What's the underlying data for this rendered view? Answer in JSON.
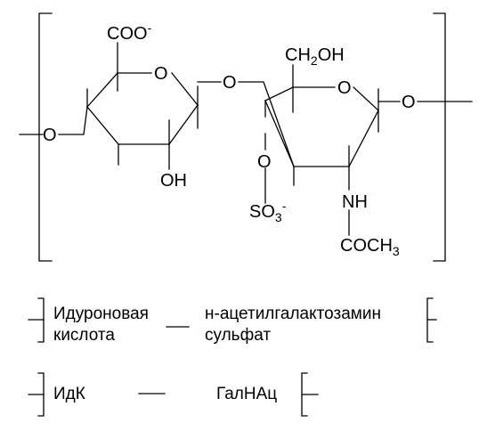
{
  "structure": {
    "coo_label": "COO",
    "coo_charge": "-",
    "ring1_o": "O",
    "left_o": "O",
    "oh_label": "OH",
    "bridge_o": "O",
    "ch2oh_pre": "CH",
    "ch2oh_sub": "2",
    "ch2oh_post": "OH",
    "ring2_o": "O",
    "right_o": "O",
    "sulfo_o": "O",
    "so3_pre": "SO",
    "so3_sub": "3",
    "so3_charge": "-",
    "nh_label": "NH",
    "coch3_pre": "COCH",
    "coch3_sub": "3"
  },
  "legend_full": {
    "left_line1": "Идуроновая",
    "left_line2": "кислота",
    "right_line1": "н-ацетилгалактозамин",
    "right_line2": "сульфат"
  },
  "legend_abbr": {
    "left": "ИдК",
    "right": "ГалНАц"
  }
}
